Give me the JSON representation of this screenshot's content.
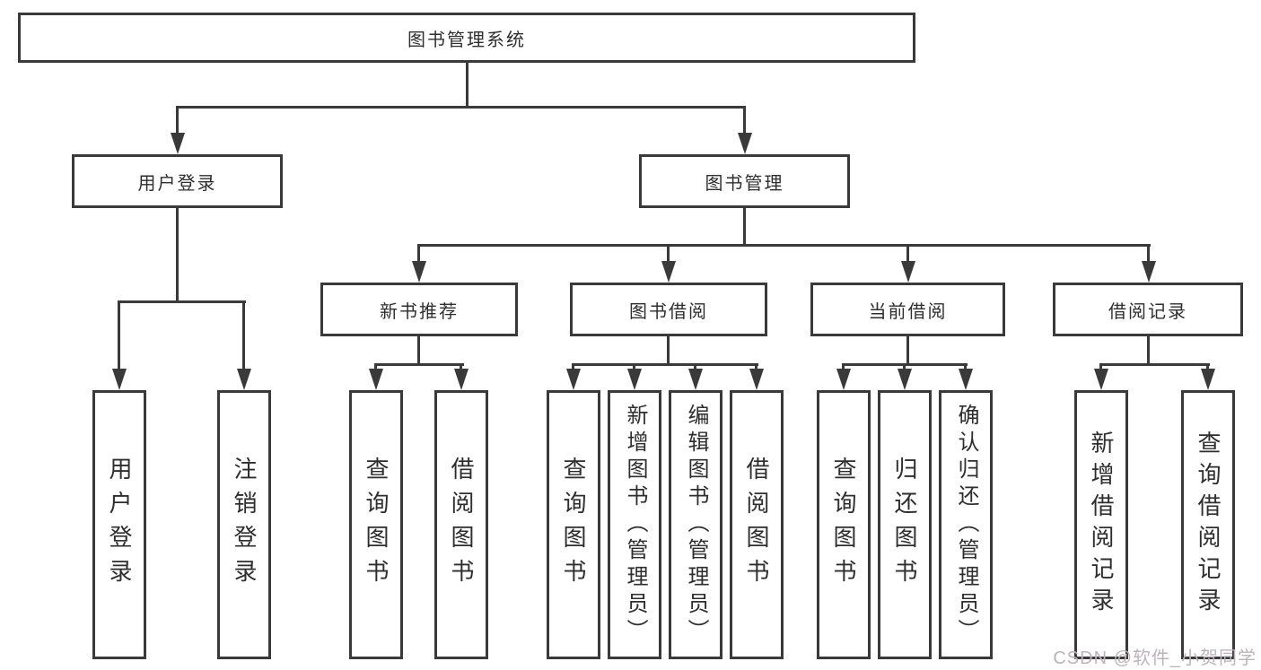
{
  "tree": {
    "root": "图书管理系统",
    "children": [
      {
        "label": "用户登录",
        "children": [
          "用户登录",
          "注销登录"
        ]
      },
      {
        "label": "图书管理",
        "children": [
          {
            "label": "新书推荐",
            "children": [
              "查询图书",
              "借阅图书"
            ]
          },
          {
            "label": "图书借阅",
            "children": [
              "查询图书",
              "新增图书（管理员）",
              "编辑图书（管理员）",
              "借阅图书"
            ]
          },
          {
            "label": "当前借阅",
            "children": [
              "查询图书",
              "归还图书",
              "确认归还（管理员）"
            ]
          },
          {
            "label": "借阅记录",
            "children": [
              "新增借阅记录",
              "查询借阅记录"
            ]
          }
        ]
      }
    ]
  },
  "watermark": {
    "text": "CSDN @软件_小贺同学"
  },
  "colors": {
    "line": "#3a3a3a",
    "text": "#2e2e2e",
    "watermark": "#bcb4ba",
    "background": "#ffffff"
  }
}
